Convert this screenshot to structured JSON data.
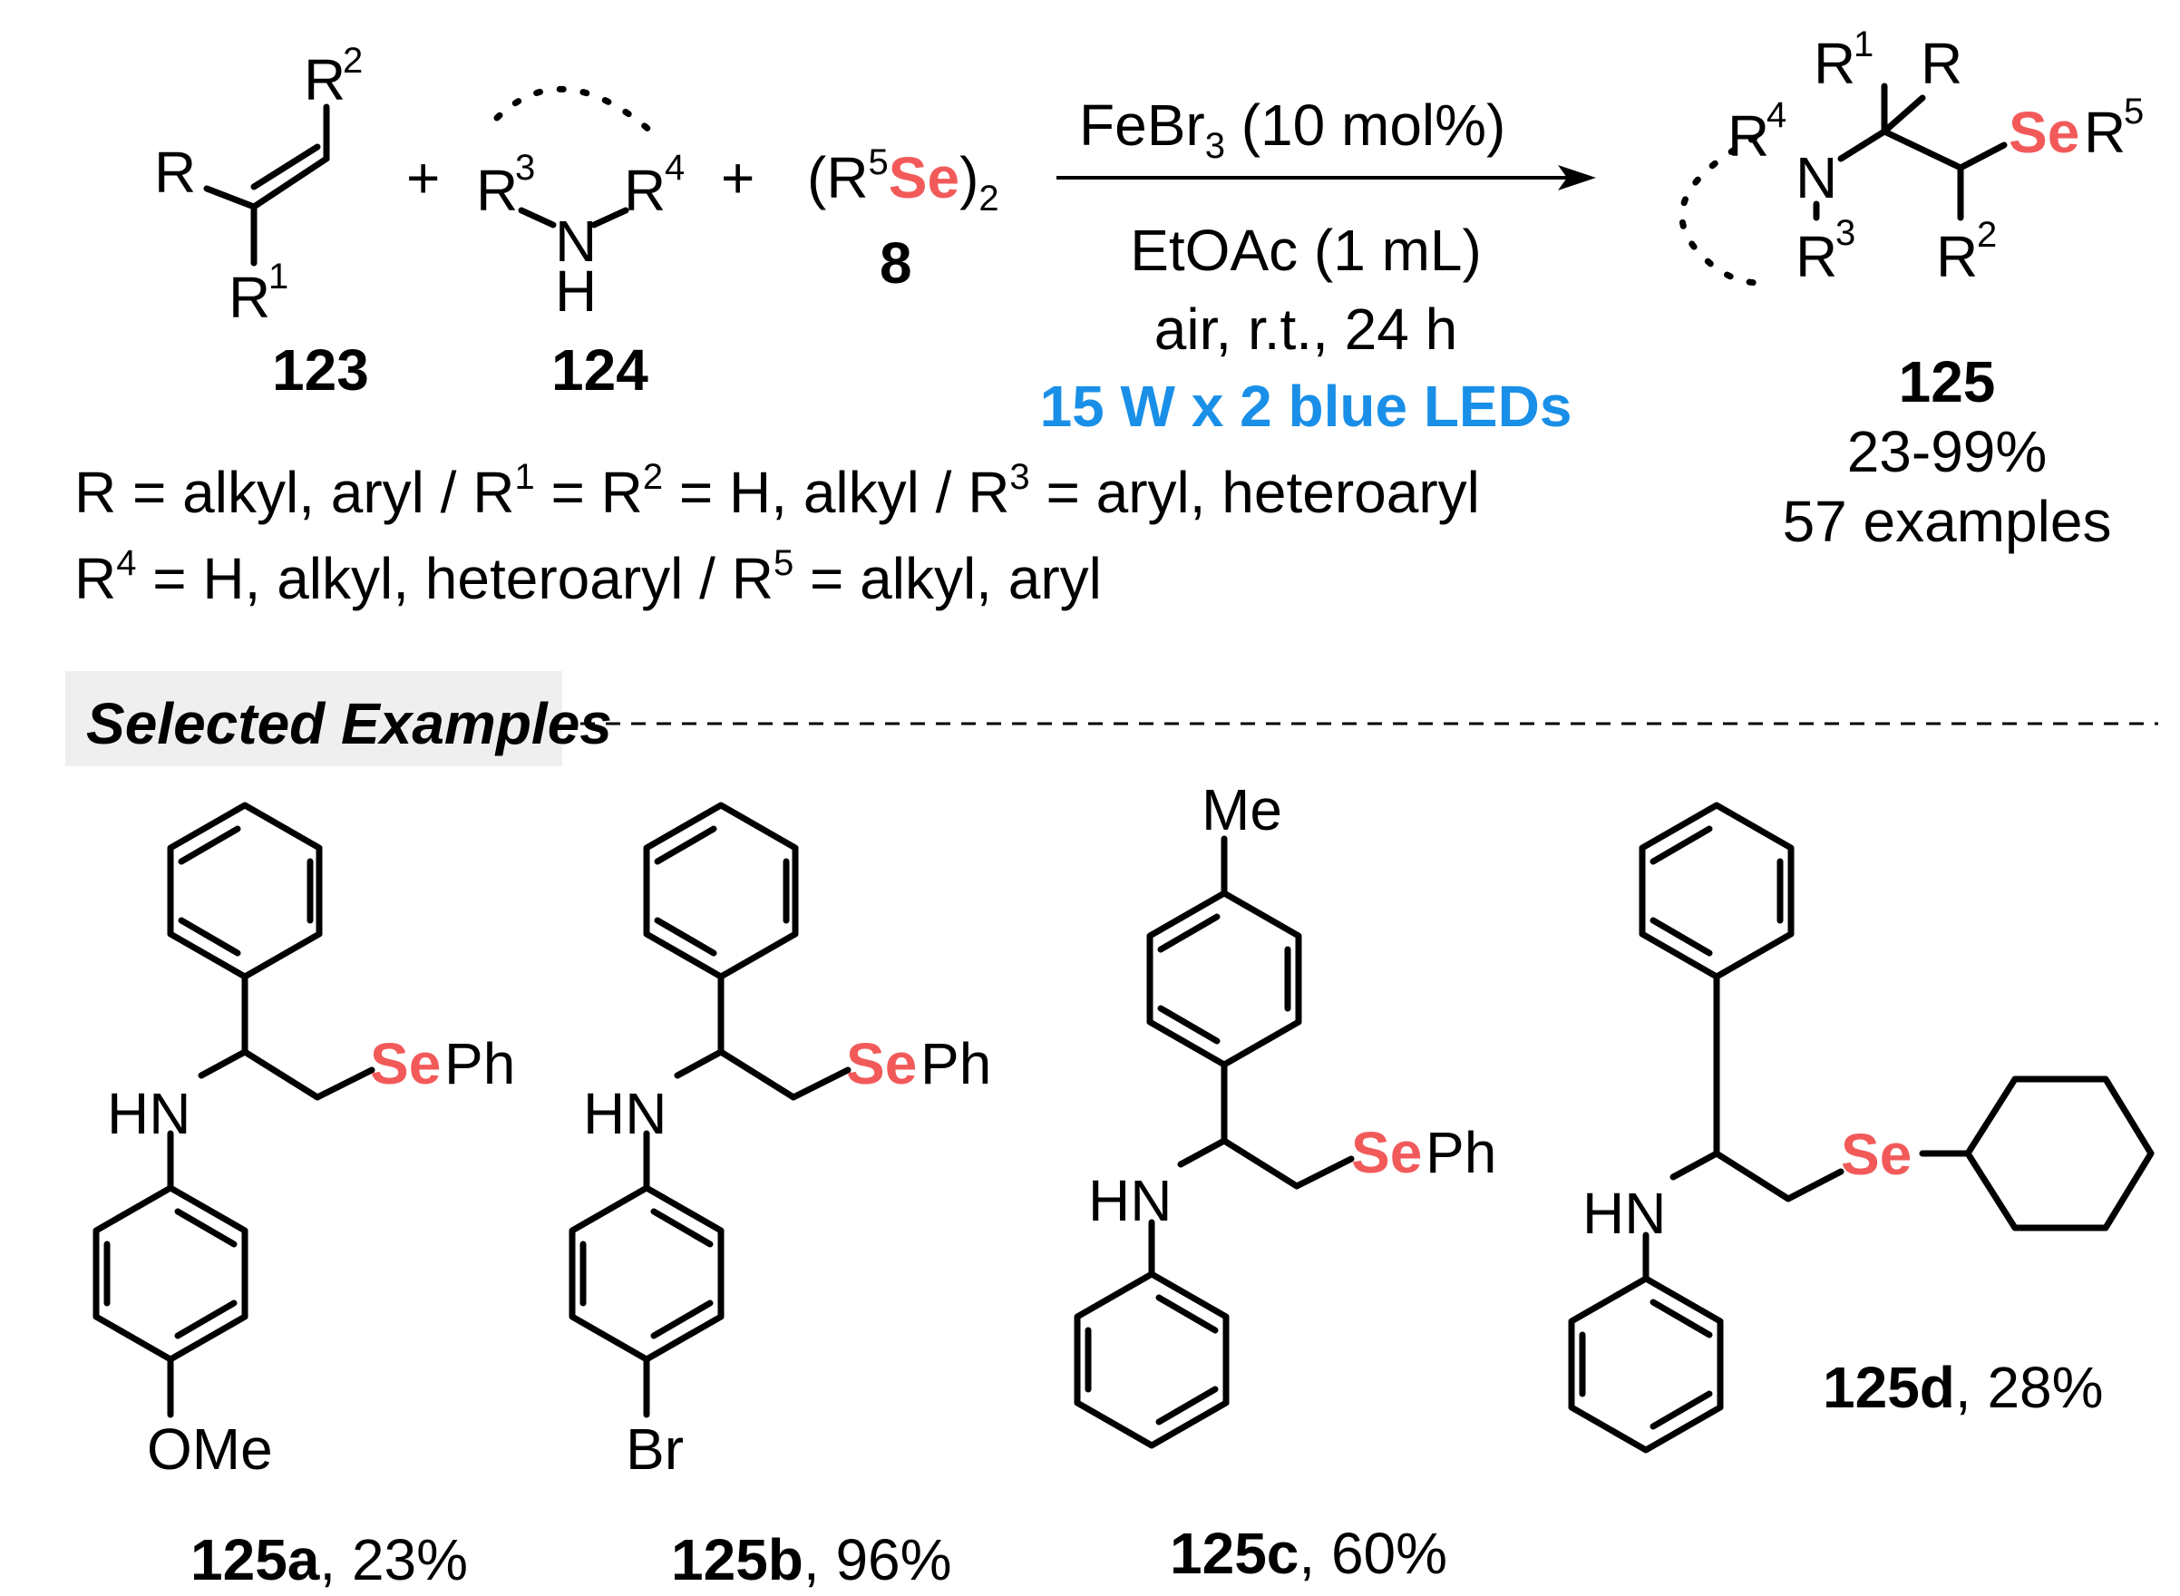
{
  "reaction": {
    "reagent_123_label": "123",
    "reagent_124_label": "124",
    "reagent_8_label": "8",
    "product_125_label": "125",
    "plus": "+",
    "conditions": {
      "catalyst": "FeBr",
      "catalyst_sub": "3",
      "catalyst_amount": " (10 mol%)",
      "solvent": "EtOAc (1 mL)",
      "atmosphere": "air, r.t., 24 h",
      "light": "15 W x 2 blue LEDs"
    },
    "yield_range": "23-99%",
    "examples_count": "57 examples",
    "diselenide": {
      "open": "(R",
      "sup": "5",
      "se": "Se",
      "close": ")",
      "sub": "2"
    },
    "atoms": {
      "R": "R",
      "R1": "R",
      "R2": "R",
      "R3": "R",
      "R4": "R",
      "R5": "R",
      "sup1": "1",
      "sup2": "2",
      "sup3": "3",
      "sup4": "4",
      "sup5": "5",
      "N": "N",
      "H": "H",
      "Se": "Se"
    }
  },
  "substituents": {
    "line1": "R = alkyl, aryl / R1 = R2 = H, alkyl / R3 = aryl, heteroaryl",
    "line2": "R4 = H, alkyl, heteroaryl / R5 = alkyl, aryl"
  },
  "section_title": "Selected Examples",
  "examples": [
    {
      "id": "125a",
      "yield": ", 23%",
      "se": "Se",
      "ph": "Ph",
      "nh": "HN",
      "sub": "OMe"
    },
    {
      "id": "125b",
      "yield": ", 96%",
      "se": "Se",
      "ph": "Ph",
      "nh": "HN",
      "sub": "Br"
    },
    {
      "id": "125c",
      "yield": ", 60%",
      "se": "Se",
      "ph": "Ph",
      "nh": "HN",
      "sub": "Me"
    },
    {
      "id": "125d",
      "yield": ", 28%",
      "se": "Se",
      "ph": "",
      "nh": "HN",
      "sub": ""
    }
  ]
}
